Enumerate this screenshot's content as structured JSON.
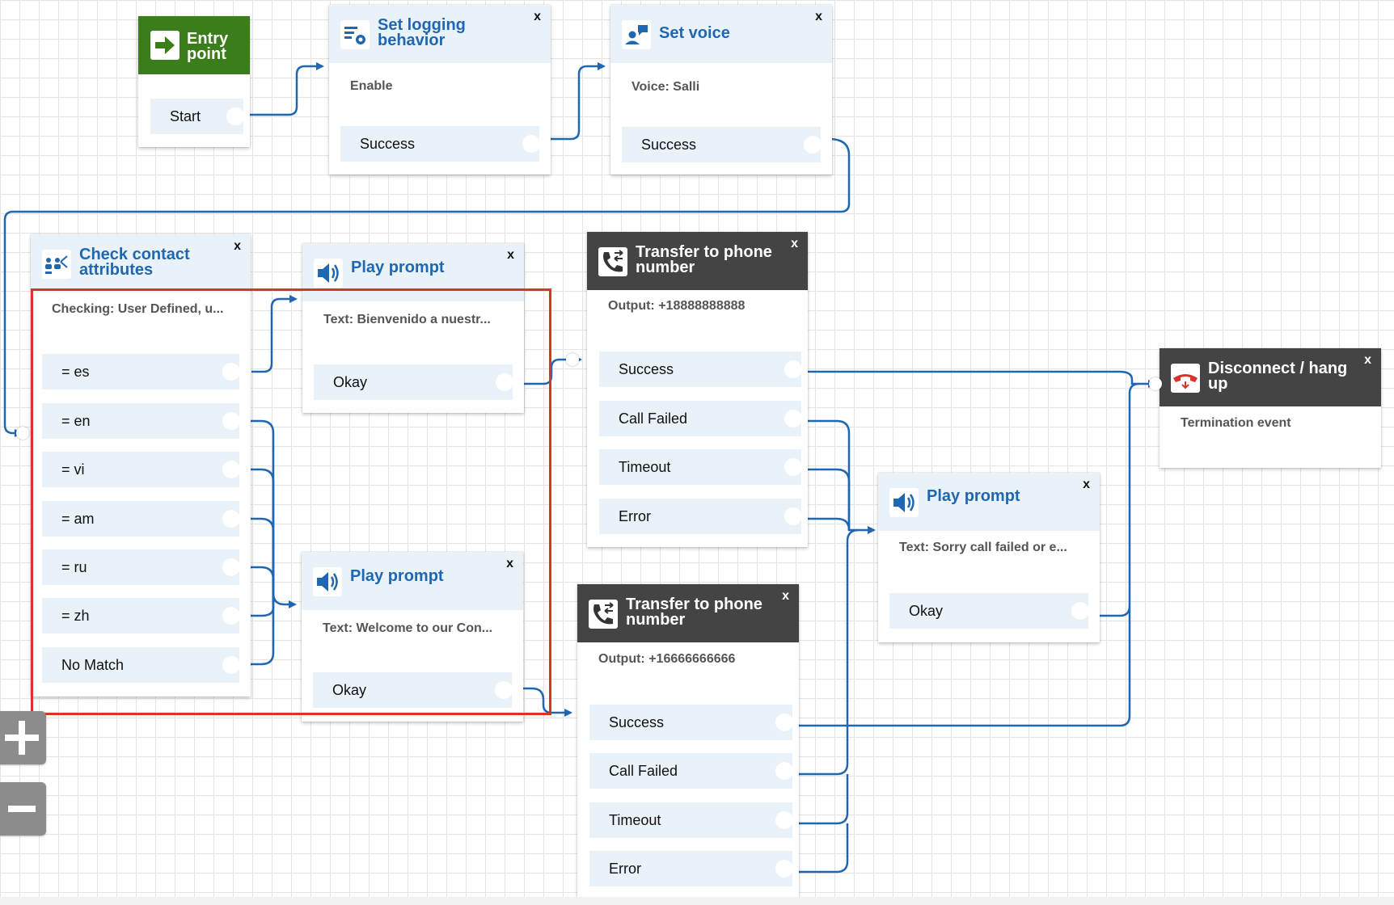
{
  "canvas": {
    "entry": {
      "title": "Entry point",
      "branch": "Start"
    },
    "set_logging": {
      "title": "Set logging behavior",
      "close": "x",
      "desc": "Enable",
      "branch": "Success",
      "icon": "logging-gear-icon"
    },
    "set_voice": {
      "title": "Set voice",
      "close": "x",
      "desc": "Voice: Salli",
      "branch": "Success",
      "icon": "voice-person-icon"
    },
    "check_attrs": {
      "title": "Check contact attributes",
      "close": "x",
      "desc": "Checking: User Defined, u...",
      "branches": [
        "= es",
        "= en",
        "= vi",
        "= am",
        "= ru",
        "= zh",
        "No Match"
      ],
      "icon": "branch-people-icon"
    },
    "play_es": {
      "title": "Play prompt",
      "close": "x",
      "desc": "Text: Bienvenido a nuestr...",
      "branch": "Okay",
      "icon": "speaker-icon"
    },
    "play_en": {
      "title": "Play prompt",
      "close": "x",
      "desc": "Text: Welcome to our Con...",
      "branch": "Okay",
      "icon": "speaker-icon"
    },
    "transfer1": {
      "title": "Transfer to phone number",
      "close": "x",
      "desc": "Output: +18888888888",
      "branches": [
        "Success",
        "Call Failed",
        "Timeout",
        "Error"
      ],
      "icon": "phone-transfer-icon"
    },
    "transfer2": {
      "title": "Transfer to phone number",
      "close": "x",
      "desc": "Output: +16666666666",
      "branches": [
        "Success",
        "Call Failed",
        "Timeout",
        "Error"
      ],
      "icon": "phone-transfer-icon"
    },
    "play_sorry": {
      "title": "Play prompt",
      "close": "x",
      "desc": "Text: Sorry call failed or e...",
      "branch": "Okay",
      "icon": "speaker-icon"
    },
    "disconnect": {
      "title": "Disconnect / hang up",
      "close": "x",
      "desc": "Termination event",
      "icon": "hangup-phone-icon"
    }
  },
  "zoom": {
    "in_icon": "plus-icon",
    "out_icon": "minus-icon"
  },
  "colors": {
    "wire": "#1f67b1",
    "header_light": "#e9f1f9",
    "header_dark": "#444444",
    "entry_green": "#3b7d1a",
    "selection": "#d9332b"
  }
}
